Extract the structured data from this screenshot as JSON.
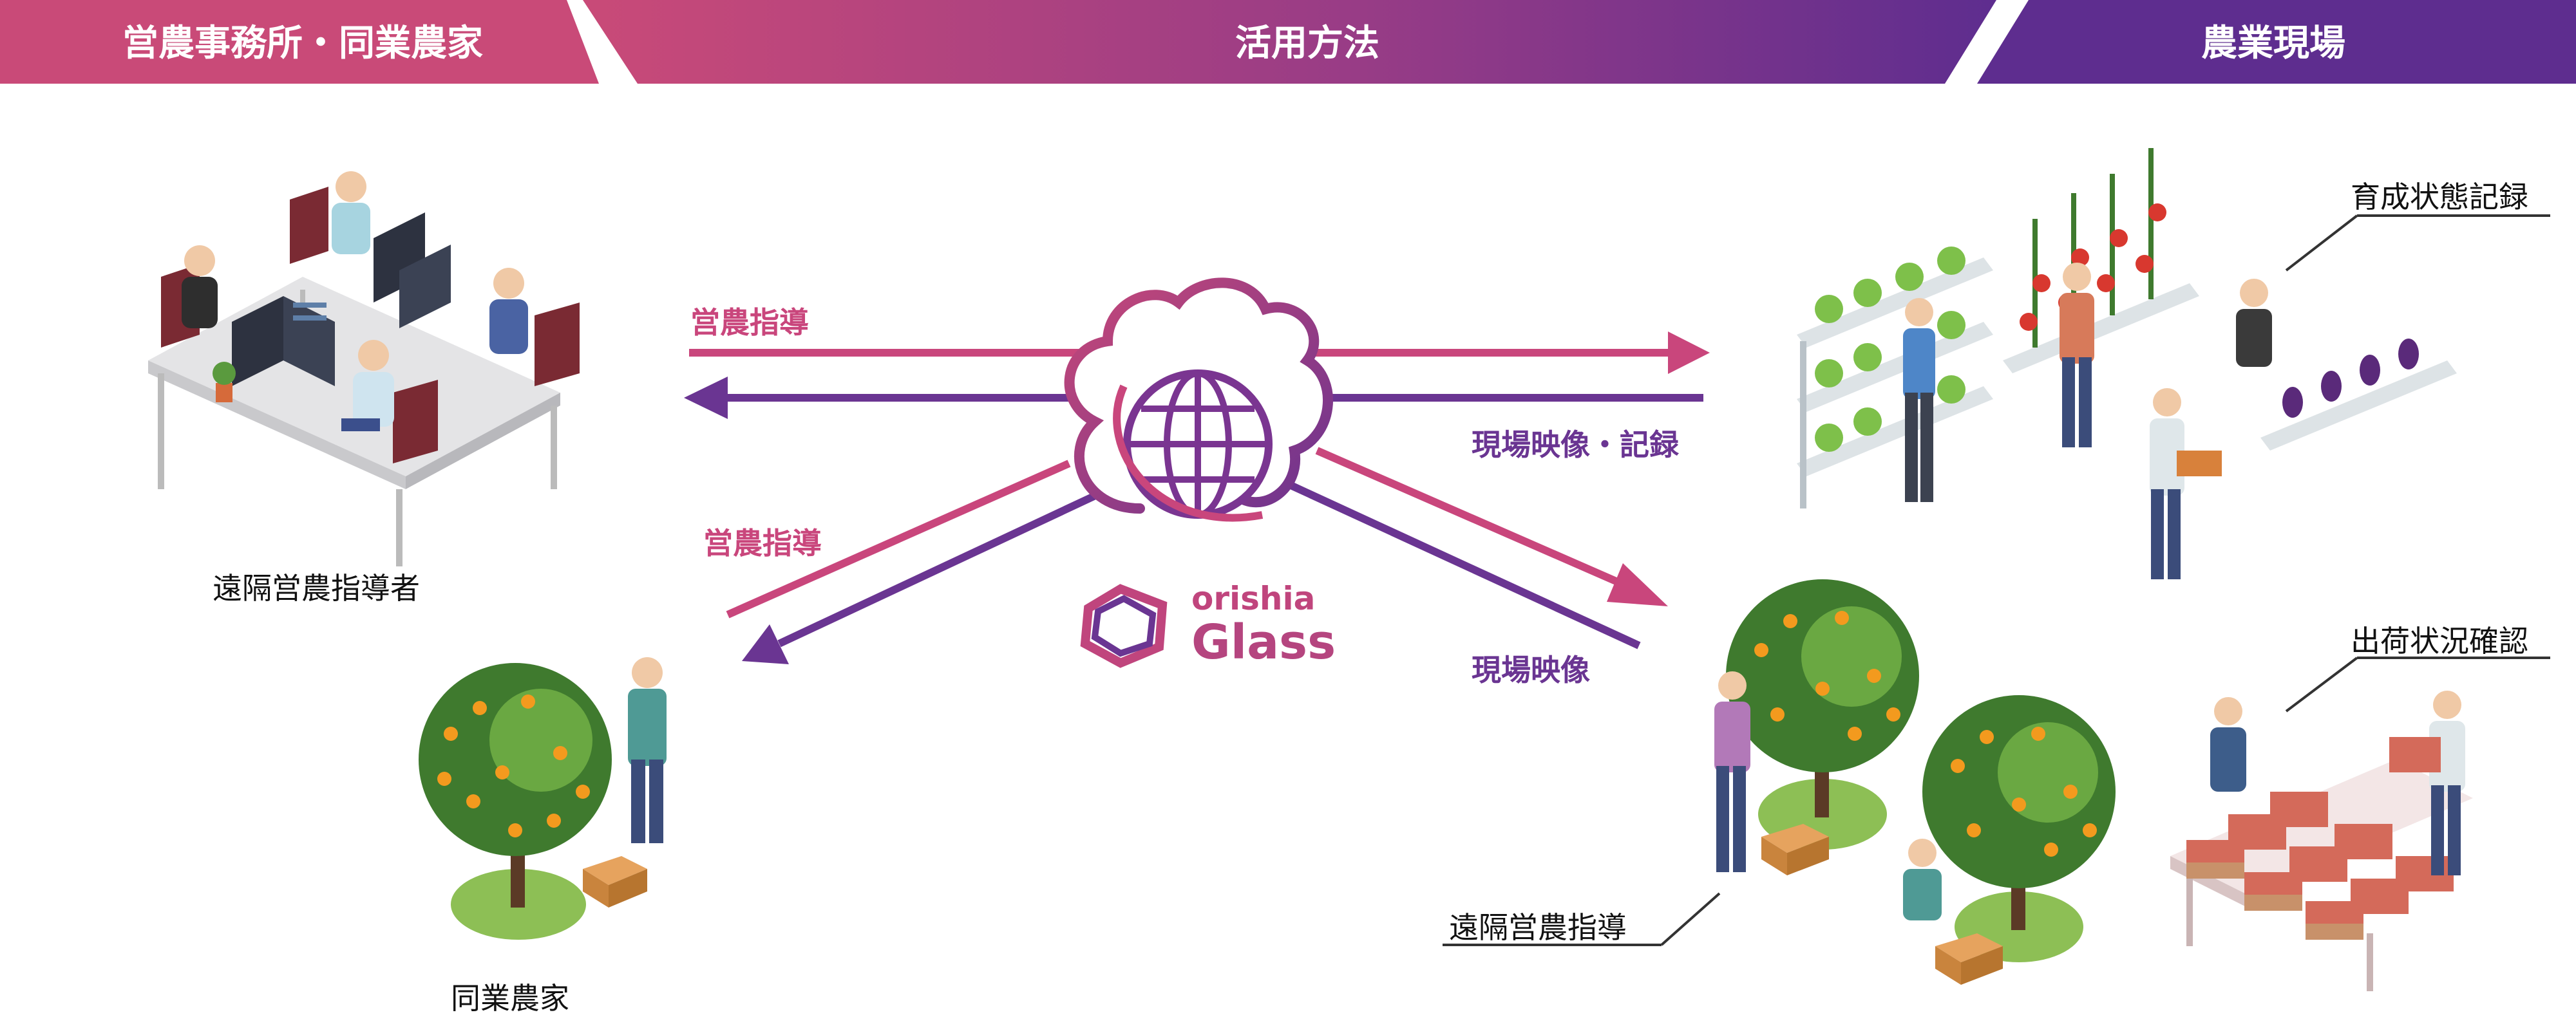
{
  "header": {
    "left": "営農事務所・同業農家",
    "center": "活用方法",
    "right": "農業現場"
  },
  "arrows": {
    "top_left_label": "営農指導",
    "top_right_label": "現場映像・記録",
    "bottom_left_label": "営農指導",
    "bottom_right_label": "現場映像"
  },
  "logo": {
    "small": "orishia",
    "big": "Glass"
  },
  "captions": {
    "office": "遠隔営農指導者",
    "farmer": "同業農家",
    "growth": "育成状態記録",
    "shipping": "出荷状況確認",
    "remote": "遠隔営農指導"
  },
  "colors": {
    "pink": "#c9467c",
    "purple": "#6a3592",
    "gradient_start": "#c94a78",
    "gradient_end": "#5e2d8f"
  }
}
